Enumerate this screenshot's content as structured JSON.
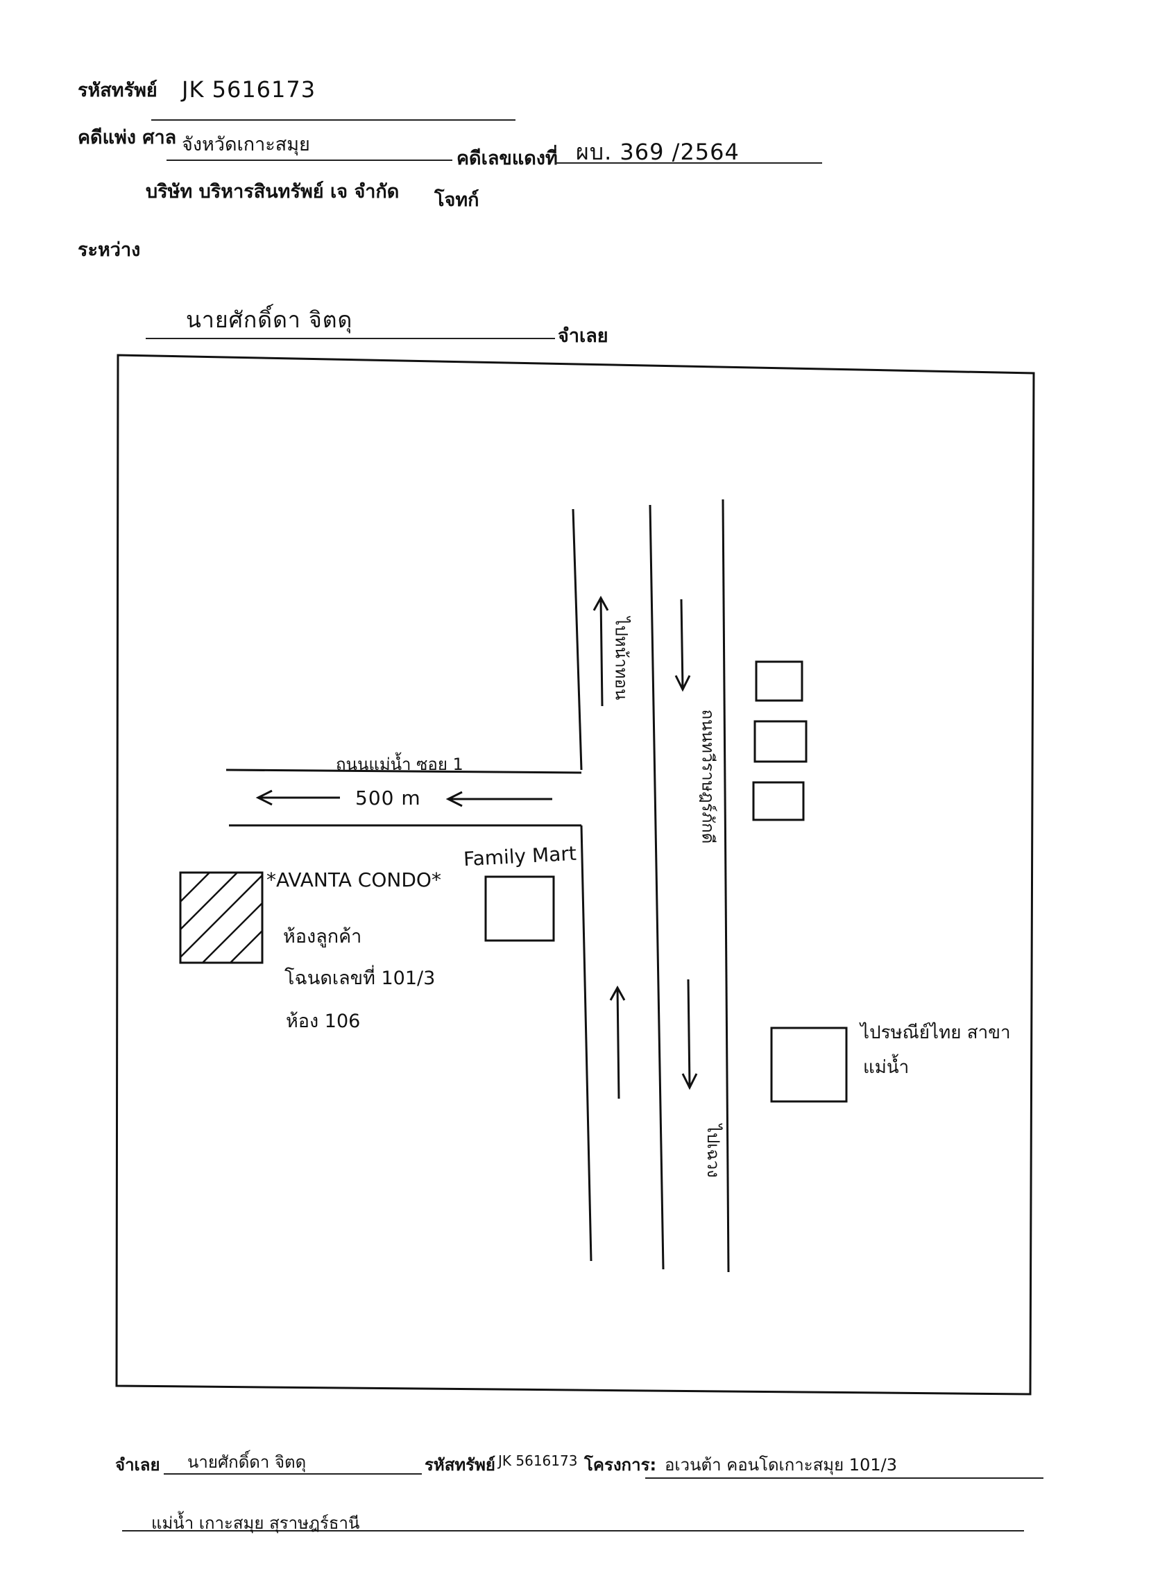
{
  "header": {
    "asset_code_label": "รหัสทรัพย์",
    "asset_code_value": "JK 5616173",
    "case_court_label": "คดีแพ่ง ศาล",
    "case_court_value": "จังหวัดเกาะสมุย",
    "red_case_label": "คดีเลขแดงที่",
    "red_case_value": "ผบ. 369 /2564",
    "plaintiff_name": "บริษัท บริหารสินทรัพย์ เจ จำกัด",
    "plaintiff_label": "โจทก์",
    "between_label": "ระหว่าง",
    "defendant_value": "นายศักดิ์ดา จิตดุ",
    "defendant_label": "จำเลย"
  },
  "map": {
    "road_left_label": "ถนนแม่น้ำ ซอย 1",
    "distance_label": "500 m",
    "to_north_label": "ไปหน้าทอน",
    "main_road_label": "ถนนทวีราษฎร์ภักดี",
    "to_south_label": "ไปเฉวง",
    "family_mart_label": "Family Mart",
    "condo_label": "*AVANTA CONDO*",
    "customer_room_label": "ห้องลูกค้า",
    "title_deed_label": "โฉนดเลขที่ 101/3",
    "room_label": "ห้อง 106",
    "post_office_line1": "ไปรษณีย์ไทย สาขา",
    "post_office_line2": "แม่น้ำ"
  },
  "footer": {
    "defendant_label": "จำเลย",
    "defendant_value": "นายศักดิ์ดา จิตดุ",
    "asset_code_label": "รหัสทรัพย์",
    "asset_code_value": "JK 5616173",
    "project_label": "โครงการ:",
    "project_value": "อเวนต้า คอนโดเกาะสมุย 101/3",
    "address_value": "แม่น้ำ เกาะสมุย สุราษฎร์ธานี"
  }
}
